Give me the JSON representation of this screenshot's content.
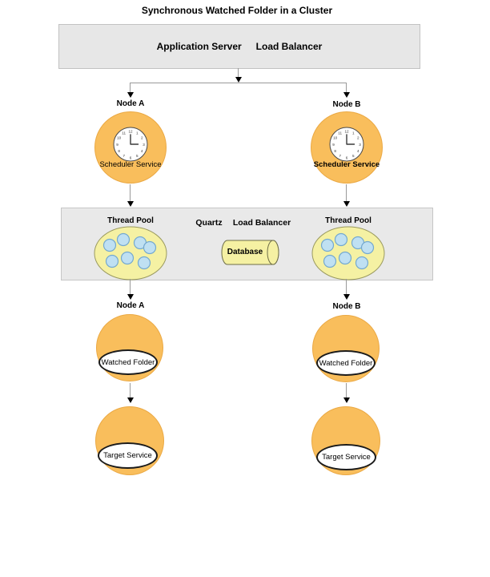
{
  "title": "Synchronous Watched Folder in a Cluster",
  "application_server_box": {
    "server_label": "Application Server",
    "balancer_label": "Load Balancer"
  },
  "scheduler_tier": {
    "node_a_label": "Node A",
    "node_b_label": "Node B",
    "node_a_service": "Scheduler Service",
    "node_b_service": "Scheduler Service"
  },
  "cluster_band": {
    "thread_pool_left_label": "Thread Pool",
    "thread_pool_right_label": "Thread Pool",
    "quartz_label": "Quartz",
    "load_balancer_label": "Load Balancer",
    "database_label": "Database",
    "thread_count_left": 7,
    "thread_count_right": 7
  },
  "watched_folder_tier": {
    "node_a_label": "Node A",
    "node_b_label": "Node B",
    "node_a_service": "Watched Folder",
    "node_b_service": "Watched Folder"
  },
  "target_tier": {
    "node_a_service": "Target Service",
    "node_b_service": "Target Service"
  },
  "clock": {
    "numbers": [
      "1",
      "2",
      "3",
      "4",
      "5",
      "6",
      "7",
      "8",
      "9",
      "10",
      "11",
      "12"
    ]
  },
  "colors": {
    "node_circle": "#F9BE5C",
    "node_circle_border": "#EBA944",
    "pool_fill": "#F5F1A3",
    "pool_border": "#9A9A60",
    "thread_dot": "#BFE0F2",
    "thread_dot_border": "#74A9CF",
    "band_fill": "#E9E9E9",
    "box_fill": "#E7E7E7",
    "connector": "#999999",
    "arrowhead": "#000000"
  }
}
